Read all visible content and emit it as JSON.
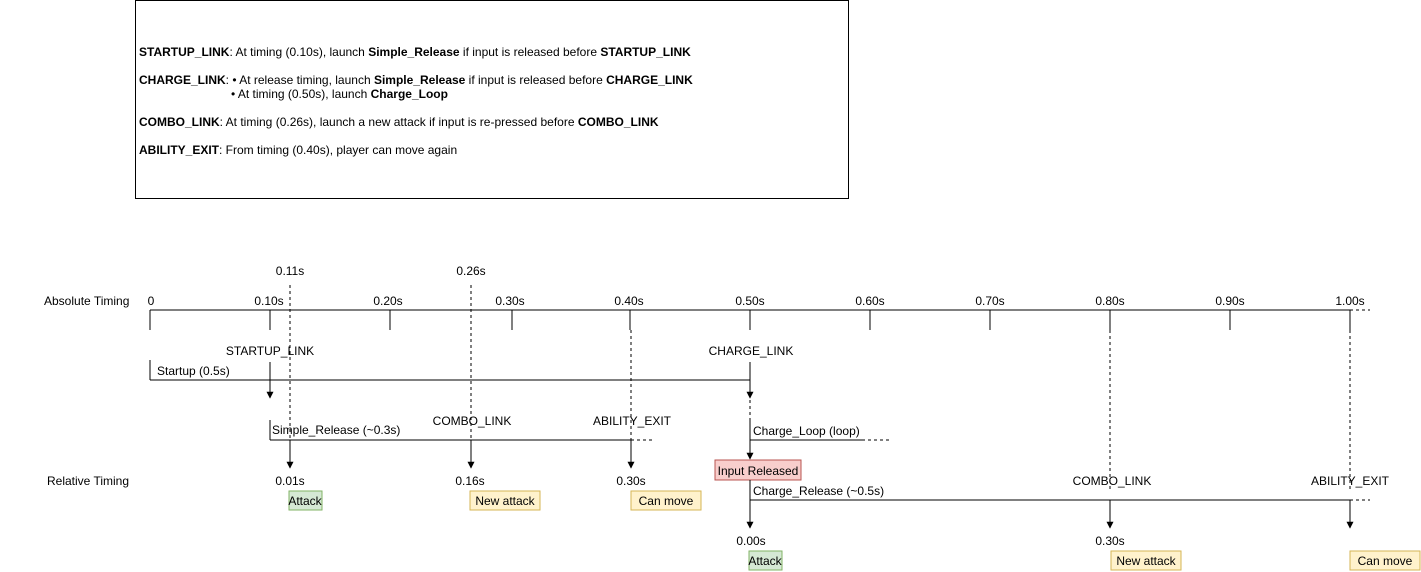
{
  "legend": {
    "startup": {
      "term": "STARTUP_LINK",
      "p1": ": At timing (0.10s), launch ",
      "b1": "Simple_Release",
      "p2": " if input is released before ",
      "b2": "STARTUP_LINK"
    },
    "charge": {
      "term": "CHARGE_LINK",
      "p1": ": • At release timing, launch ",
      "b1": "Simple_Release",
      "p2": " if input is released before ",
      "b2": "CHARGE_LINK"
    },
    "charge_b": {
      "p1": "• At timing (0.50s), launch ",
      "b1": "Charge_Loop"
    },
    "combo": {
      "term": "COMBO_LINK",
      "p1": ": At timing (0.26s), launch a new attack if input is re-pressed before ",
      "b1": "COMBO_LINK"
    },
    "exit": {
      "term": "ABILITY_EXIT",
      "p1": ": From timing (0.40s), player can move again"
    }
  },
  "timeline": {
    "absolute_label": "Absolute Timing",
    "relative_label": "Relative Timing",
    "ticks": [
      "0",
      "0.10s",
      "0.20s",
      "0.30s",
      "0.40s",
      "0.50s",
      "0.60s",
      "0.70s",
      "0.80s",
      "0.90s",
      "1.00s"
    ],
    "marker_011": "0.11s",
    "marker_026": "0.26s",
    "startup_link": "STARTUP_LINK",
    "charge_link": "CHARGE_LINK",
    "startup_bar": "Startup (0.5s)",
    "simple_release_bar": "Simple_Release (~0.3s)",
    "combo_link_1": "COMBO_LINK",
    "ability_exit_1": "ABILITY_EXIT",
    "charge_loop_bar": "Charge_Loop (loop)",
    "input_released": "Input Released",
    "charge_release_bar": "Charge_Release (~0.5s)",
    "combo_link_2": "COMBO_LINK",
    "ability_exit_2": "ABILITY_EXIT",
    "rel_001": "0.01s",
    "rel_016": "0.16s",
    "rel_030a": "0.30s",
    "rel_000": "0.00s",
    "rel_030b": "0.30s",
    "attack_1": "Attack",
    "new_attack_1": "New attack",
    "can_move_1": "Can move",
    "attack_2": "Attack",
    "new_attack_2": "New attack",
    "can_move_2": "Can move"
  },
  "colors": {
    "attack_fill": "#d5e8d4",
    "attack_stroke": "#82b366",
    "event_fill": "#fff2cc",
    "event_stroke": "#d6b656",
    "release_fill": "#f8cecc",
    "release_stroke": "#b85450"
  }
}
